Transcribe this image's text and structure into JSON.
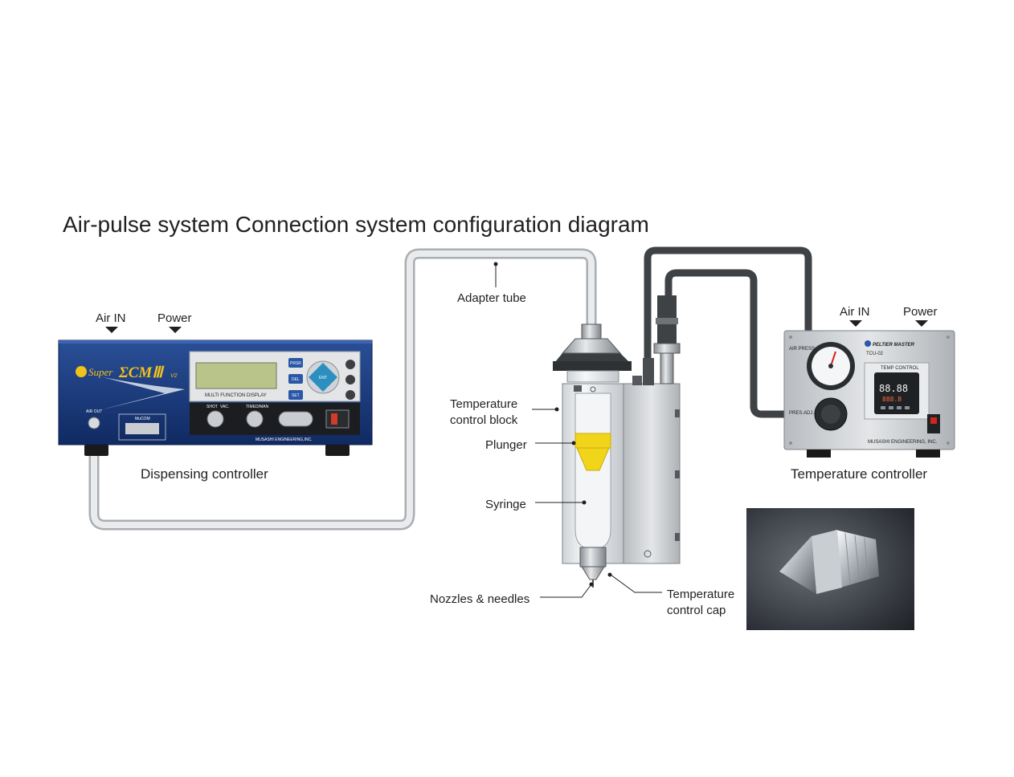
{
  "title": "Air-pulse system Connection system configuration diagram",
  "labels": {
    "dispensing_air_in": "Air IN",
    "dispensing_power": "Power",
    "dispensing_controller": "Dispensing controller",
    "adapter_tube": "Adapter tube",
    "temp_block_1": "Temperature",
    "temp_block_2": "control block",
    "plunger": "Plunger",
    "syringe": "Syringe",
    "nozzles": "Nozzles & needles",
    "temp_cap_1": "Temperature",
    "temp_cap_2": "control cap",
    "temp_air_in": "Air IN",
    "temp_power": "Power",
    "temperature_controller": "Temperature controller"
  },
  "dispenser": {
    "brand": "Super",
    "model": "ΣCMⅢ",
    "version": "V2",
    "air_out": "AIR OUT",
    "mucom": "MuCOM",
    "multi_display": "MULTI FUNCTION DISPLAY",
    "btn_prsr": "PRSR",
    "btn_del": "DEL",
    "btn_ent": "ENT",
    "btn_set": "SET",
    "shot": "SHOT",
    "vac": "VAC.",
    "timed_man": "TIMED/MAN",
    "maker": "MUSASHI ENGINEERING,INC."
  },
  "temp_ctrl": {
    "brand": "PELTIER MASTER",
    "model": "TCU-02",
    "air_pres": "AIR PRESS.",
    "pres_adj": "PRES.ADJ.",
    "temp_control": "TEMP CONTROL",
    "display": "88.88",
    "display2": "888.8",
    "maker": "MUSASHI ENGINEERING, INC."
  },
  "colors": {
    "dispenser_blue": "#1c3a7a",
    "tube_light": "#d7dadd",
    "tube_dark": "#4a4d50",
    "plunger_yellow": "#f1d51a",
    "chassis_gray": "#c8ccd0"
  }
}
